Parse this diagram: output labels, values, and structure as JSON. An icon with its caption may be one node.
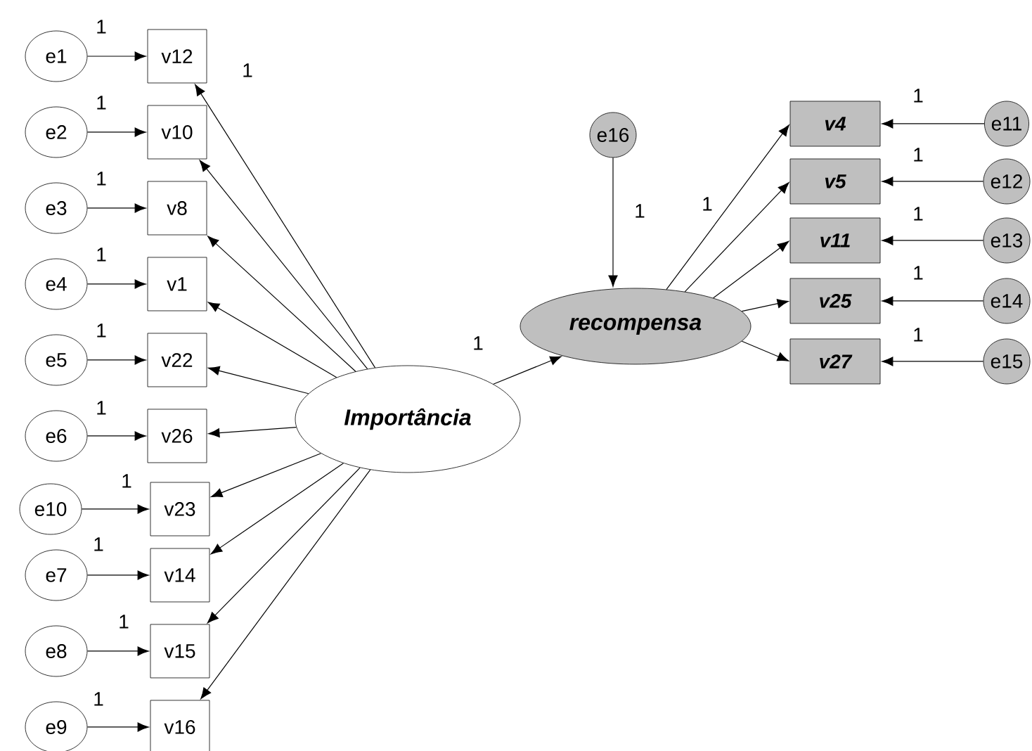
{
  "diagram": {
    "nodes": [
      {
        "text": [
          "e1"
        ]
      },
      {
        "text": [
          "e2"
        ]
      },
      {
        "text": [
          "e3"
        ]
      },
      {
        "text": [
          "e4"
        ]
      },
      {
        "text": [
          "e5"
        ]
      },
      {
        "text": [
          "e6"
        ]
      },
      {
        "text": [
          "e10"
        ]
      },
      {
        "text": [
          "e7"
        ]
      },
      {
        "text": [
          "e8"
        ]
      },
      {
        "text": [
          "e9"
        ]
      },
      {
        "text": [
          "v12"
        ]
      },
      {
        "text": [
          "v10"
        ]
      },
      {
        "text": [
          "v8"
        ]
      },
      {
        "text": [
          "v1"
        ]
      },
      {
        "text": [
          "v22"
        ]
      },
      {
        "text": [
          "v26"
        ]
      },
      {
        "text": [
          "v23"
        ]
      },
      {
        "text": [
          "v14"
        ]
      },
      {
        "text": [
          "v15"
        ]
      },
      {
        "text": [
          "v16"
        ]
      },
      {
        "text": [
          "Importância"
        ]
      },
      {
        "text": [
          "e16"
        ]
      },
      {
        "text": [
          "recompensa"
        ]
      },
      {
        "text": [
          "v4"
        ]
      },
      {
        "text": [
          "v5"
        ]
      },
      {
        "text": [
          "v11"
        ]
      },
      {
        "text": [
          "v25"
        ]
      },
      {
        "text": [
          "v27"
        ]
      },
      {
        "text": [
          "e11"
        ]
      },
      {
        "text": [
          "e12"
        ]
      },
      {
        "text": [
          "e13"
        ]
      },
      {
        "text": [
          "e14"
        ]
      },
      {
        "text": [
          "e15"
        ]
      }
    ],
    "edges": [
      {
        "from": 0,
        "to": 10,
        "arrow": "to",
        "label": "1"
      },
      {
        "from": 1,
        "to": 11,
        "arrow": "to",
        "label": "1"
      },
      {
        "from": 2,
        "to": 12,
        "arrow": "to",
        "label": "1"
      },
      {
        "from": 3,
        "to": 13,
        "arrow": "to",
        "label": "1"
      },
      {
        "from": 4,
        "to": 14,
        "arrow": "to",
        "label": "1"
      },
      {
        "from": 5,
        "to": 15,
        "arrow": "to",
        "label": "1"
      },
      {
        "from": 6,
        "to": 16,
        "arrow": "to",
        "label": "1"
      },
      {
        "from": 7,
        "to": 17,
        "arrow": "to",
        "label": "1"
      },
      {
        "from": 8,
        "to": 18,
        "arrow": "to",
        "label": "1"
      },
      {
        "from": 9,
        "to": 19,
        "arrow": "to",
        "label": "1"
      },
      {
        "from": 20,
        "to": 10,
        "arrow": "to",
        "label": "1"
      },
      {
        "from": 20,
        "to": 11,
        "arrow": "to"
      },
      {
        "from": 20,
        "to": 12,
        "arrow": "to"
      },
      {
        "from": 20,
        "to": 13,
        "arrow": "to"
      },
      {
        "from": 20,
        "to": 14,
        "arrow": "to"
      },
      {
        "from": 20,
        "to": 15,
        "arrow": "to"
      },
      {
        "from": 20,
        "to": 16,
        "arrow": "to"
      },
      {
        "from": 20,
        "to": 17,
        "arrow": "to"
      },
      {
        "from": 20,
        "to": 18,
        "arrow": "to"
      },
      {
        "from": 20,
        "to": 19,
        "arrow": "to"
      },
      {
        "from": 20,
        "to": 22,
        "arrow": "to",
        "label": "1"
      },
      {
        "from": 21,
        "to": 22,
        "arrow": "to",
        "label": "1"
      },
      {
        "from": 22,
        "to": 23,
        "arrow": "to",
        "label": "1"
      },
      {
        "from": 22,
        "to": 24,
        "arrow": "to"
      },
      {
        "from": 22,
        "to": 25,
        "arrow": "to"
      },
      {
        "from": 22,
        "to": 26,
        "arrow": "to"
      },
      {
        "from": 22,
        "to": 27,
        "arrow": "to"
      },
      {
        "from": 28,
        "to": 23,
        "arrow": "to",
        "label": "1"
      },
      {
        "from": 29,
        "to": 24,
        "arrow": "to",
        "label": "1"
      },
      {
        "from": 30,
        "to": 25,
        "arrow": "to",
        "label": "1"
      },
      {
        "from": 31,
        "to": 26,
        "arrow": "to",
        "label": "1"
      },
      {
        "from": 32,
        "to": 27,
        "arrow": "to",
        "label": "1"
      }
    ]
  }
}
